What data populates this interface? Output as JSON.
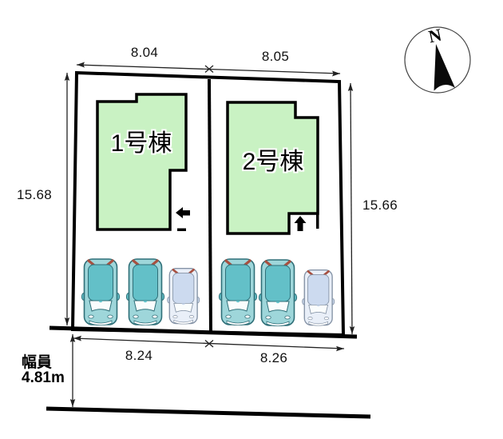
{
  "compass": {
    "north_label": "N"
  },
  "dimensions": {
    "lot1_top": "8.04",
    "lot2_top": "8.05",
    "left_side": "15.68",
    "right_side": "15.66",
    "lot1_frontage": "8.24",
    "lot2_frontage": "8.26"
  },
  "road": {
    "width_label": "幅員",
    "width_value": "4.81m"
  },
  "buildings": [
    {
      "label": "1号棟"
    },
    {
      "label": "2号棟"
    }
  ],
  "cars": [
    {
      "lot": "1",
      "type": "minivan",
      "color_key": "teal"
    },
    {
      "lot": "1",
      "type": "minivan",
      "color_key": "teal"
    },
    {
      "lot": "1",
      "type": "kei-van",
      "color_key": "light"
    },
    {
      "lot": "2",
      "type": "minivan",
      "color_key": "teal"
    },
    {
      "lot": "2",
      "type": "minivan",
      "color_key": "teal"
    },
    {
      "lot": "2",
      "type": "kei-van",
      "color_key": "light"
    }
  ],
  "icons": {
    "compass": "compass-rose-north-needle",
    "building1_entrance": "left-arrow",
    "building2_entrance": "up-arrow"
  },
  "colors": {
    "building_fill": "#c9f2c3",
    "outline": "#000000",
    "car_teal_body": "#9ed6da",
    "car_teal_roof": "#63c0c8",
    "car_light_body": "#e9eff8",
    "car_light_roof": "#ccdaef",
    "tail_light": "#a85040"
  }
}
